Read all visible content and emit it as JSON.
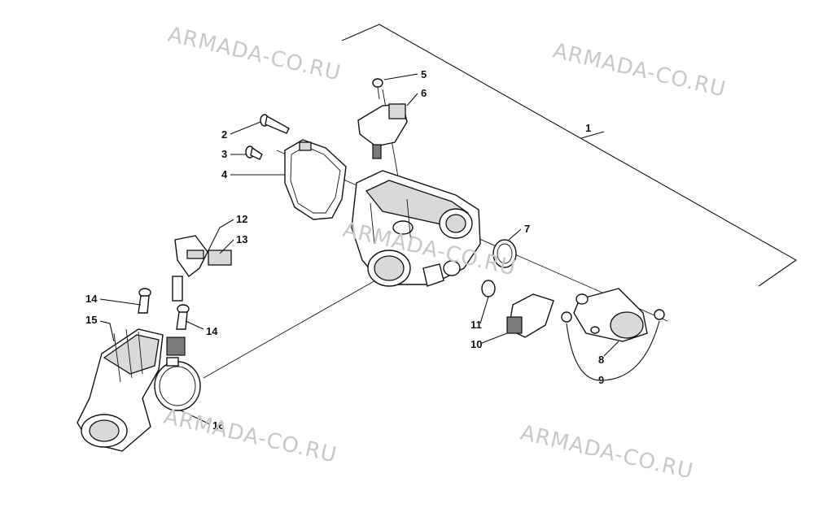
{
  "watermarks": [
    "ARMADA-CO.RU",
    "ARMADA-CO.RU",
    "ARMADA-CO.RU",
    "ARMADA-CO.RU",
    "ARMADA-CO.RU"
  ],
  "callouts": {
    "c1": "1",
    "c2": "2",
    "c3": "3",
    "c4": "4",
    "c5": "5",
    "c6": "6",
    "c7": "7",
    "c8": "8",
    "c9": "9",
    "c10": "10",
    "c11": "11",
    "c12": "12",
    "c13": "13",
    "c14a": "14",
    "c14b": "14",
    "c15": "15",
    "c16": "16"
  },
  "colors": {
    "watermark": "#c8c8c8",
    "line": "#111111",
    "shade": "#d9d9d9",
    "dark": "#7a7a7a"
  }
}
